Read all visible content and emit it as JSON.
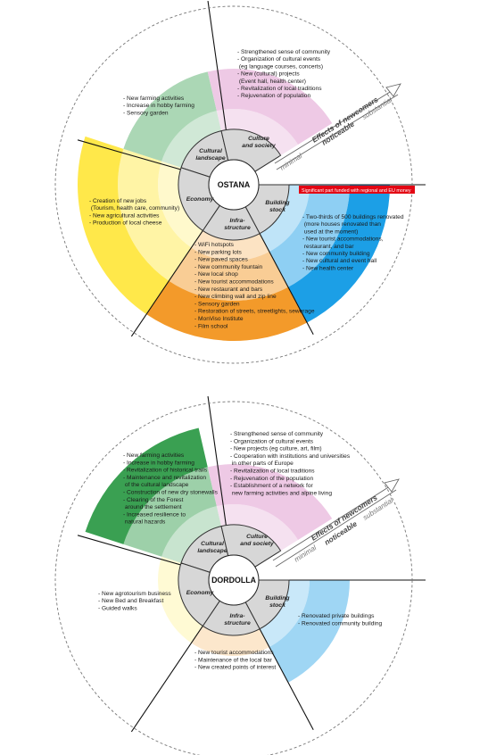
{
  "colors": {
    "culture": "#d680c2",
    "landscape": "#3aa052",
    "economy": "#ffe84a",
    "infrastructure": "#f39a2a",
    "building": "#1c9fe6",
    "highlight": "#e30613",
    "inner_ring": "#d7d7d7"
  },
  "scale": {
    "title": "Effects of newcomers",
    "levels": [
      "minimal",
      "noticeable",
      "substantial"
    ]
  },
  "categories": {
    "culture": "Culture\nand society",
    "landscape": "Cultural\nlandscape",
    "economy": "Economy",
    "infrastructure": "Infra-\nstructure",
    "building": "Building\nstock"
  },
  "diagrams": [
    {
      "name": "OSTANA",
      "levels": {
        "culture": 2,
        "landscape": 2,
        "economy": 3,
        "infrastructure": 3,
        "building": 3
      },
      "highlight_note": "Significant part funded with regional and EU money",
      "lists": {
        "culture": [
          "- Strengthened sense of community",
          "- Organization of cultural events",
          "  (eg language courses, concerts)",
          "- New (cultural) projects",
          "  (Event hall, health center)",
          "- Revitalization of local traditions",
          "- Rejuvenation of population"
        ],
        "landscape": [
          "- New farming activities",
          "- Increase in hobby farming",
          "- Sensory garden"
        ],
        "economy": [
          "- Creation of new jobs",
          "  (Tourism, health care, community)",
          "- New agricultural activities",
          "- Production of local cheese"
        ],
        "infrastructure": [
          "- WiFi hotspots",
          "- New parking lots",
          "- New paved spaces",
          "- New community fountain",
          "- New local shop",
          "- New tourist accommodations",
          "- New restaurant and bars",
          "- New climbing wall and zip line",
          "- Sensory garden",
          "- Restoration of streets, streetlights, sewerage",
          "- MonViso Institute",
          "- Film school"
        ],
        "building": [
          "- Two-thirds of 500 buildings renovated",
          "  (more houses renovated than",
          "  used at the moment)",
          "- New tourist accommodations,",
          "  restaurant, and bar",
          "- New community building",
          "- New cultural and event hall",
          "- New health center"
        ]
      }
    },
    {
      "name": "DORDOLLA",
      "levels": {
        "culture": 2,
        "landscape": 3,
        "economy": 1,
        "infrastructure": 1,
        "building": 2
      },
      "lists": {
        "culture": [
          "- Strengthened sense of community",
          "- Organization of cultural events",
          "- New projects (eg culture, art, film)",
          "- Cooperation with institutions and universities",
          "  in other parts of Europe",
          "- Revitalization of local traditions",
          "- Rejuvenation of the population",
          "- Establishment of a network for",
          "  new farming activities and alpine living"
        ],
        "landscape": [
          "- New farming activities",
          "- Increase in hobby farming",
          "- Revitalization of historical trails",
          "- Maintenance and revitalization",
          "  of the cultural landscape",
          "- Construction of new dry stonewalls",
          "- Clearing of the Forest",
          "  around the settlement",
          "- Increased resilience to",
          "  natural hazards"
        ],
        "economy": [
          "- New agrotourism business",
          "- New Bed and Breakfast",
          "- Guided walks"
        ],
        "infrastructure": [
          "- New tourist accommodations",
          "- Maintenance of the local bar",
          "- New created points of interest"
        ],
        "building": [
          "- Renovated private buildings",
          "- Renovated community building"
        ]
      }
    }
  ]
}
